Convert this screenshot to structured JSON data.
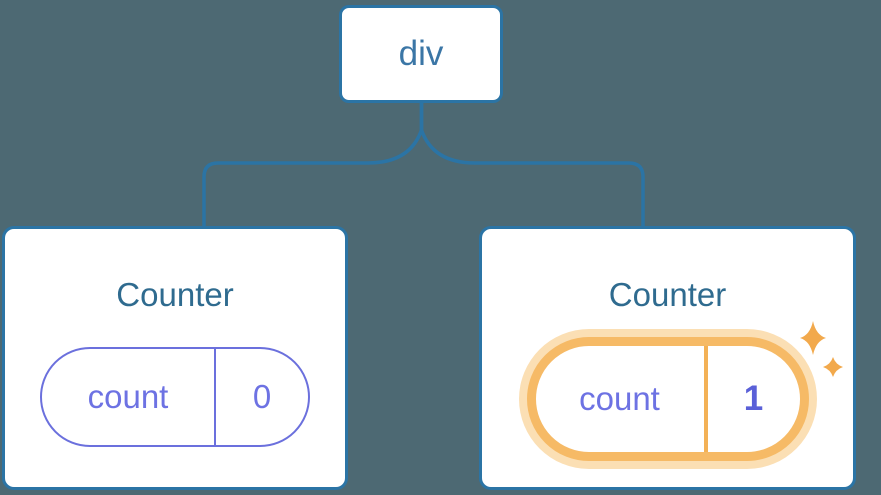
{
  "diagram": {
    "root": {
      "label": "div"
    },
    "children": [
      {
        "title": "Counter",
        "state": {
          "key": "count",
          "value": "0"
        },
        "highlighted": false
      },
      {
        "title": "Counter",
        "state": {
          "key": "count",
          "value": "1"
        },
        "highlighted": true
      }
    ]
  },
  "icons": {
    "sparkle_large": "sparkle-icon",
    "sparkle_small": "sparkle-icon"
  },
  "colors": {
    "background": "#4d6973",
    "line_blue": "#2b74a5",
    "node_label_blue": "#3b76a6",
    "title_teal": "#2f6b8f",
    "state_purple_border": "#6b70dd",
    "state_purple_text": "#6d72e3",
    "state_value_bold_purple": "#5a60d8",
    "highlight_orange": "#f6ba66",
    "highlight_glow": "#fbdfb4",
    "highlight_divider": "#f3b156",
    "sparkle_orange": "#f2a94c",
    "card_fill": "#ffffff"
  }
}
